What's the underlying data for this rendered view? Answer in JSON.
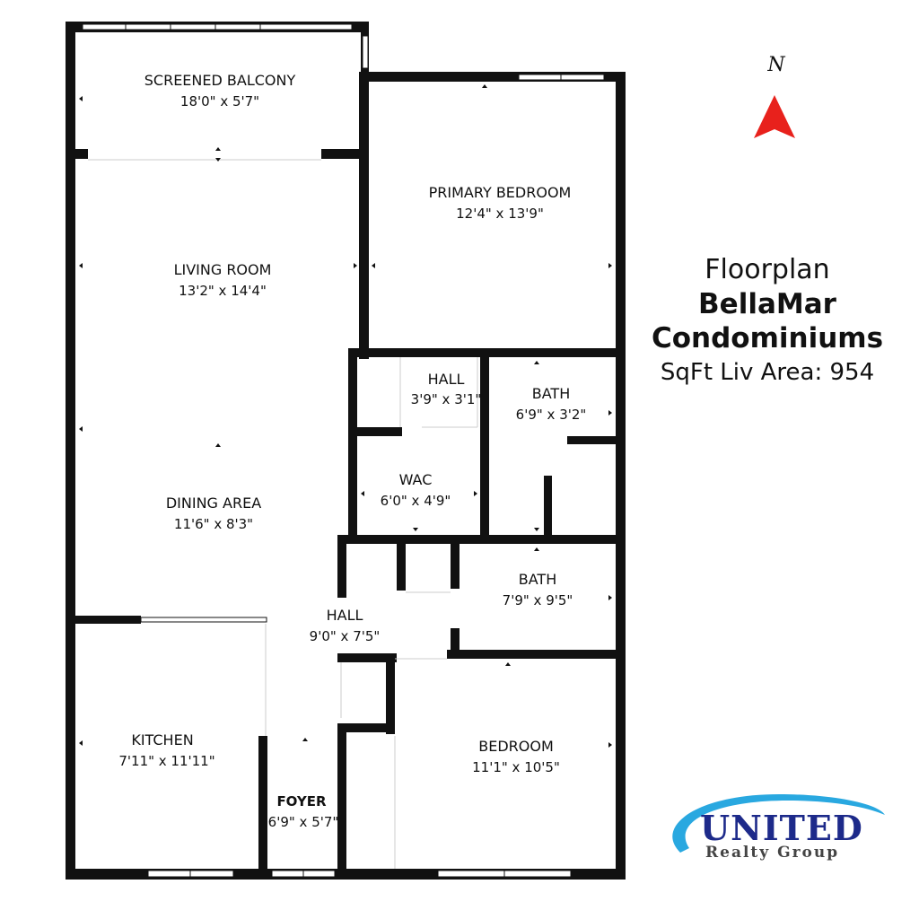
{
  "rooms": {
    "screened_balcony": {
      "name": "SCREENED BALCONY",
      "dim": "18'0\" x 5'7\""
    },
    "primary_bedroom": {
      "name": "PRIMARY BEDROOM",
      "dim": "12'4\" x 13'9\""
    },
    "living_room": {
      "name": "LIVING ROOM",
      "dim": "13'2\" x 14'4\""
    },
    "hall_upper": {
      "name": "HALL",
      "dim": "3'9\" x 3'1\""
    },
    "bath_upper": {
      "name": "BATH",
      "dim": "6'9\" x 3'2\""
    },
    "wac": {
      "name": "WAC",
      "dim": "6'0\" x 4'9\""
    },
    "dining_area": {
      "name": "DINING AREA",
      "dim": "11'6\" x 8'3\""
    },
    "bath_lower": {
      "name": "BATH",
      "dim": "7'9\" x 9'5\""
    },
    "hall_lower": {
      "name": "HALL",
      "dim": "9'0\" x 7'5\""
    },
    "kitchen": {
      "name": "KITCHEN",
      "dim": "7'11\" x 11'11\""
    },
    "bedroom": {
      "name": "BEDROOM",
      "dim": "11'1\" x 10'5\""
    },
    "foyer": {
      "name": "FOYER",
      "dim": "6'9\" x 5'7\""
    }
  },
  "info": {
    "line1": "Floorplan",
    "line2": "BellaMar",
    "line3": "Condominiums",
    "line4": "SqFt Liv Area: 954"
  },
  "compass": {
    "label": "N",
    "color": "#e8211c"
  },
  "logo": {
    "brand": "UNITED",
    "tagline": "Realty Group",
    "brand_color": "#1d2a8a",
    "swoosh_color": "#29a8e0"
  },
  "colors": {
    "wall": "#111111",
    "window": "#ffffff"
  }
}
